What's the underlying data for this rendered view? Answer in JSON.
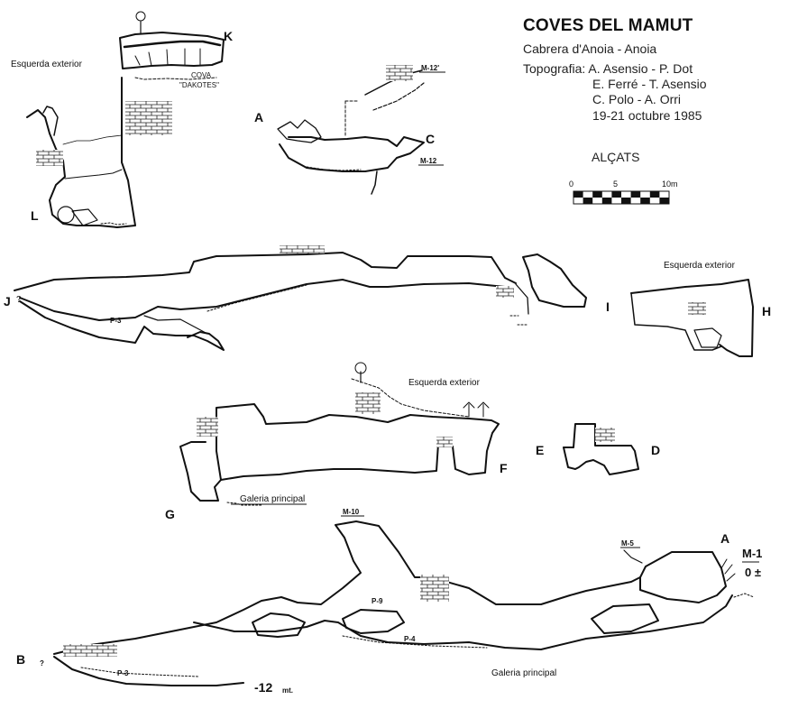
{
  "header": {
    "title": "COVES DEL MAMUT",
    "location": "Cabrera d'Anoia - Anoia",
    "topography_lines": [
      "Topografia: A. Asensio - P. Dot",
      "E. Ferré - T. Asensio",
      "C. Polo - A. Orri",
      "19-21 octubre 1985"
    ],
    "section_type": "ALÇATS"
  },
  "scale": {
    "labels": [
      "0",
      "5",
      "10m"
    ]
  },
  "points": [
    "A",
    "B",
    "C",
    "D",
    "E",
    "F",
    "G",
    "H",
    "I",
    "J",
    "K",
    "L",
    "A"
  ],
  "notes": {
    "exterior_fissure": "Esquerda exterior",
    "main_gallery": "Galeria principal",
    "cova_name_1": "COVA",
    "cova_name_2": "\"DAKOTES\""
  },
  "markers": {
    "m12_prime": "M-12'",
    "m12": "M-12",
    "m10": "M-10",
    "m5": "M-5",
    "m1": "M-1",
    "zero": "0 ±",
    "depth_12": "-12",
    "depth_unit": "mt.",
    "p3": "P-3",
    "p9": "P-9",
    "p4": "P-4",
    "question": "?"
  }
}
